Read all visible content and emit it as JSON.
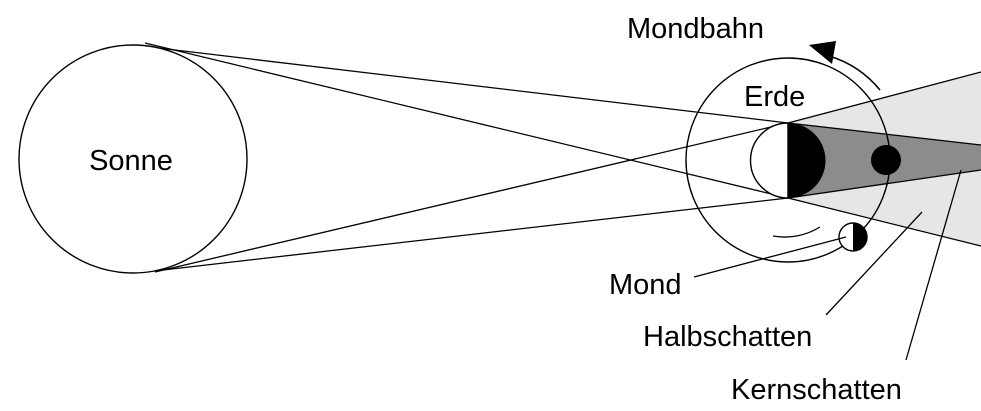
{
  "labels": {
    "sun": "Sonne",
    "earth": "Erde",
    "moon_orbit": "Mondbahn",
    "moon": "Mond",
    "penumbra": "Halbschatten",
    "umbra": "Kernschatten"
  },
  "colors": {
    "line": "#000000",
    "background": "#ffffff",
    "penumbra_fill": "#e6e6e6",
    "umbra_fill": "#8c8c8c",
    "dark": "#000000"
  }
}
